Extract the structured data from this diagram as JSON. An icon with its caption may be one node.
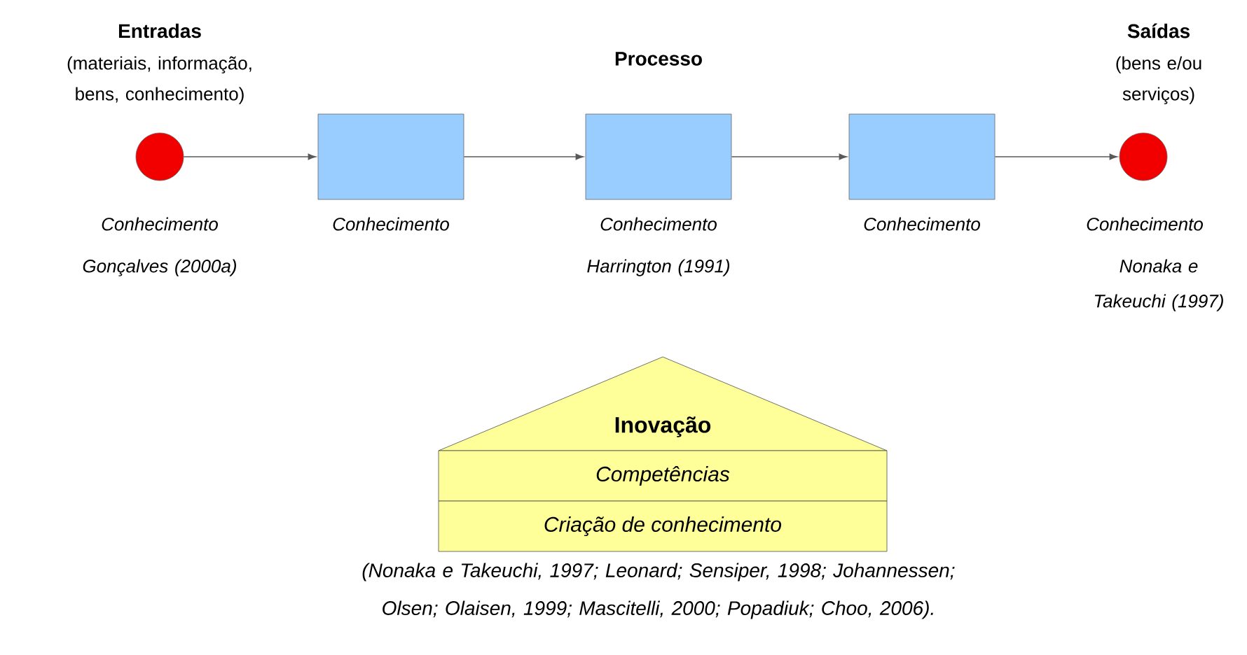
{
  "diagram": {
    "caption": "(Nonaka e Takeuchi, 1997; Leonard; Sensiper, 1998; Johannessen; Olsen; Olaisen, 1999; Mascitelli, 2000; Popadiuk; Choo, 2006).",
    "nodes": [
      {
        "text": [
          "Entradas",
          "(materiais, informação, bens, conhecimento)"
        ],
        "beside": [
          "Conhecimento",
          "Gonçalves (2000a)"
        ]
      },
      {
        "text": [],
        "shape": "box",
        "beside": [
          "Conhecimento"
        ]
      },
      {
        "text": [],
        "shape": "box",
        "beside": [
          "Conhecimento",
          "Harrington (1991)"
        ]
      },
      {
        "text": [],
        "shape": "box",
        "beside": [
          "Conhecimento"
        ]
      },
      {
        "text": [
          "Saídas",
          "(bens e/ou serviços)"
        ],
        "beside": [
          "Conhecimento",
          "Nonaka e Takeuchi (1997)"
        ]
      },
      {
        "text": [
          "Inovação"
        ]
      },
      {
        "text": [
          "Competências"
        ]
      },
      {
        "text": [
          "Criação de conhecimento"
        ]
      }
    ],
    "edges": [
      {
        "from": 0,
        "to": 1,
        "arrow": "to"
      },
      {
        "from": 1,
        "to": 2,
        "arrow": "to"
      },
      {
        "from": 2,
        "to": 3,
        "arrow": "to"
      },
      {
        "from": 3,
        "to": 4,
        "arrow": "to"
      }
    ],
    "labels": [
      "Processo"
    ]
  }
}
